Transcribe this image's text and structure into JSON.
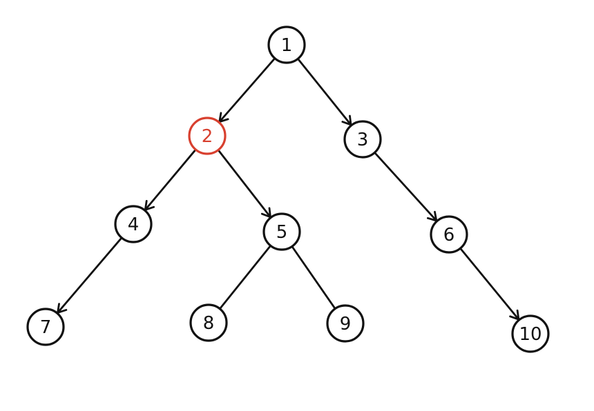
{
  "tree": {
    "nodes": [
      {
        "id": "1",
        "label": "1",
        "highlighted": false
      },
      {
        "id": "2",
        "label": "2",
        "highlighted": true
      },
      {
        "id": "3",
        "label": "3",
        "highlighted": false
      },
      {
        "id": "4",
        "label": "4",
        "highlighted": false
      },
      {
        "id": "5",
        "label": "5",
        "highlighted": false
      },
      {
        "id": "6",
        "label": "6",
        "highlighted": false
      },
      {
        "id": "7",
        "label": "7",
        "highlighted": false
      },
      {
        "id": "8",
        "label": "8",
        "highlighted": false
      },
      {
        "id": "9",
        "label": "9",
        "highlighted": false
      },
      {
        "id": "10",
        "label": "10",
        "highlighted": false
      }
    ],
    "edges": [
      {
        "from": "1",
        "to": "2",
        "arrow": true
      },
      {
        "from": "1",
        "to": "3",
        "arrow": true
      },
      {
        "from": "2",
        "to": "4",
        "arrow": true
      },
      {
        "from": "2",
        "to": "5",
        "arrow": true
      },
      {
        "from": "3",
        "to": "6",
        "arrow": true
      },
      {
        "from": "4",
        "to": "7",
        "arrow": true
      },
      {
        "from": "5",
        "to": "8",
        "arrow": false
      },
      {
        "from": "5",
        "to": "9",
        "arrow": false
      },
      {
        "from": "6",
        "to": "10",
        "arrow": true
      }
    ]
  },
  "colors": {
    "ink": "#111111",
    "highlight": "#d8402f",
    "background": "#ffffff"
  }
}
